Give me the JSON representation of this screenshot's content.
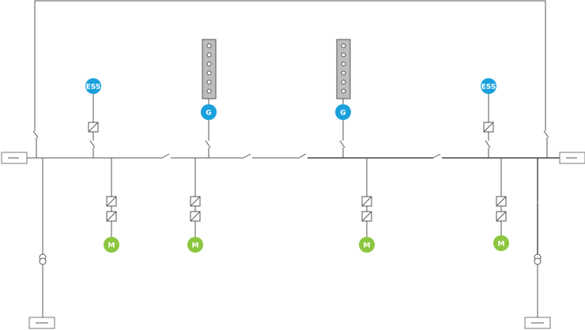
{
  "symbols": {
    "ess_label": "ESS",
    "generator_label": "G",
    "motor_label": "M"
  },
  "colors": {
    "ess": "#1aa0dc",
    "generator": "#1aa0dc",
    "motor": "#8cc63f",
    "engine_block": "#bdbdbd",
    "wire": "#555555"
  },
  "icons": {
    "ess": "circle-badge-ess",
    "generator": "circle-badge-g",
    "motor": "circle-badge-m",
    "converter": "box-with-diagonal",
    "transformer": "double-circle-transformer",
    "breaker": "open-switch-line",
    "shore_connection": "rectangular-terminal"
  }
}
